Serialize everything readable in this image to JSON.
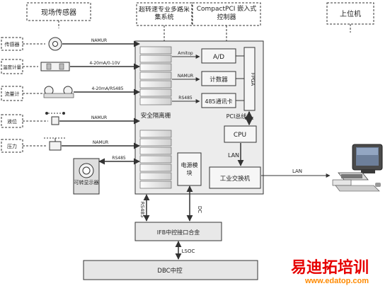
{
  "labels": {
    "field_sensor": "现场传感器",
    "ultra_system": "超转速专业多路采集系统",
    "compact_pci": "CompactPCI 嵌入式控制器",
    "host": "上位机",
    "barrier": "安全隔离栅",
    "ad": "A/D",
    "counter": "计数器",
    "comm485": "485通讯卡",
    "fpga": "FPGA",
    "pci_bus": "PCI总线",
    "cpu": "CPU",
    "lan_inner": "LAN",
    "switch": "工业交换机",
    "power": "电源模块",
    "lan_out": "LAN",
    "ifb": "IFB中控接口合金",
    "rs485_v": "RS485",
    "dc24_v": "DC",
    "dbc": "DBC中控",
    "lsoc": "LSOC",
    "display": "可转显示器"
  },
  "signal_labels": {
    "amp": "Amitop",
    "namur": "NAMUR",
    "rs485_in": "RS485",
    "s1": "NAMUR",
    "s2": "4-20mA/0-10V",
    "s3": "4-20mA/RS485",
    "s4": "NAMUR",
    "s5": "NAMUR",
    "s6": "RS485"
  },
  "sensor_labels": [
    "传感器",
    "温度计量",
    "流量计",
    "液位",
    "压力"
  ],
  "watermark": {
    "cn": "易迪拓培训",
    "url": "www.edatop.com"
  }
}
